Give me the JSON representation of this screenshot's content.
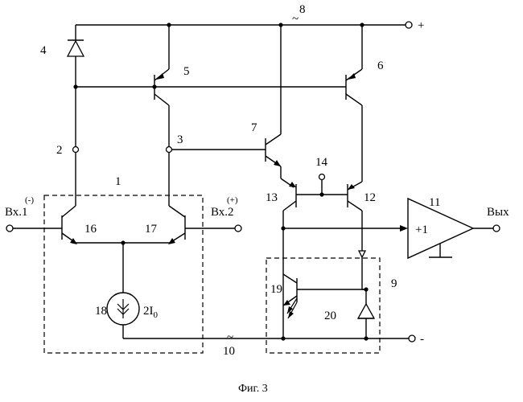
{
  "caption": "Фиг. 3",
  "labels": {
    "n1": "1",
    "n2": "2",
    "n3": "3",
    "n4": "4",
    "n5": "5",
    "n6": "6",
    "n7": "7",
    "n8": "8",
    "n9": "9",
    "n10": "10",
    "n11": "11",
    "n12": "12",
    "n13": "13",
    "n14": "14",
    "n16": "16",
    "n17": "17",
    "n18": "18",
    "n19": "19",
    "n20": "20"
  },
  "inputs": {
    "in1": "Вх.1",
    "in1_sign": "(-)",
    "in2": "Вх.2",
    "in2_sign": "(+)"
  },
  "output": "Вых",
  "rails": {
    "plus": "+",
    "minus": "-",
    "tilde": "~"
  },
  "current_source": {
    "base": "2I",
    "sub": "0"
  },
  "buffer_gain": "+1"
}
